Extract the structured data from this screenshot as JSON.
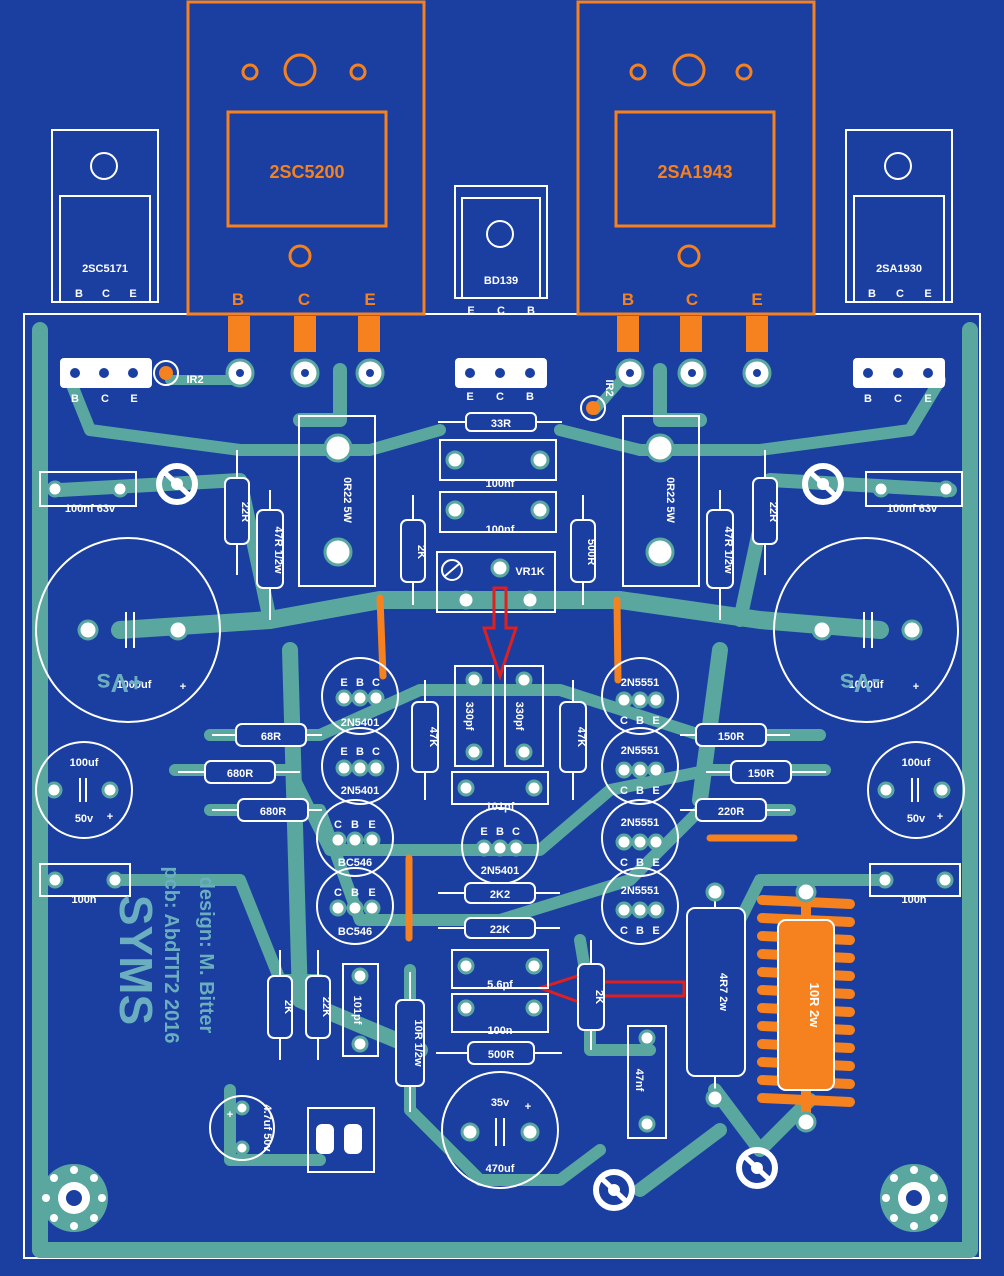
{
  "transistors": {
    "q1": {
      "name": "2SC5171",
      "pins": [
        "B",
        "C",
        "E"
      ]
    },
    "q2": {
      "name": "2SC5200",
      "pins": [
        "B",
        "C",
        "E"
      ]
    },
    "q3": {
      "name": "BD139",
      "pins": [
        "E",
        "C",
        "B"
      ]
    },
    "q4": {
      "name": "2SA1943",
      "pins": [
        "B",
        "C",
        "E"
      ]
    },
    "q5": {
      "name": "2SA1930",
      "pins": [
        "B",
        "C",
        "E"
      ]
    }
  },
  "pad_labels": {
    "left": [
      "B",
      "C",
      "E"
    ],
    "mid": [
      "E",
      "C",
      "B"
    ],
    "right": [
      "B",
      "C",
      "E"
    ]
  },
  "thermal": {
    "ir2a": "IR2",
    "ir2b": "IR2"
  },
  "resistors": {
    "r33": "33R",
    "r22l": "22R",
    "r22r": "22R",
    "r47hl": "47R 1/2w",
    "r47hr": "47R 1/2w",
    "r0r22l": "0R22 5W",
    "r0r22r": "0R22 5W",
    "r2k": "2K",
    "r500": "500R",
    "vr": "VR1K",
    "r47kl": "47K",
    "r47kr": "47K",
    "r68": "68R",
    "r680a": "680R",
    "r680b": "680R",
    "r150a": "150R",
    "r150b": "150R",
    "r220": "220R",
    "r2k2": "2K2",
    "r22k": "22K",
    "r2kb": "2K",
    "r22kb": "22K",
    "r2kc": "2K",
    "r10rh": "10R 1/2w",
    "r500b": "500R",
    "r4r7": "4R7 2w",
    "r10r": "10R 2w"
  },
  "caps": {
    "c100na": "100nf",
    "c100nb": "100nf",
    "c100n63l": "100nf 63v",
    "c100n63r": "100nf 63v",
    "c1000l": "1000uf",
    "c1000r": "1000uf",
    "vsp": "+Vs",
    "vsm": "-Vs",
    "plus": "+",
    "c100ufl": "100uf",
    "c100ufr": "100uf",
    "v50l": "50v",
    "v50r": "50v",
    "c100nl": "100n",
    "c100nr": "100n",
    "c330a": "330pf",
    "c330b": "330pf",
    "c101": "101pf",
    "c56": "5.6pf",
    "c100nc": "100n",
    "c101b": "101pf",
    "c47": "4.7uf 50v",
    "c470": "470uf",
    "v35": "35v",
    "c47n": "47nf"
  },
  "small_transistors": {
    "t1": {
      "name": "2N5401",
      "pins": [
        "E",
        "B",
        "C"
      ]
    },
    "t2": {
      "name": "2N5401",
      "pins": [
        "E",
        "B",
        "C"
      ]
    },
    "t3": {
      "name": "BC546",
      "pins": [
        "C",
        "B",
        "E"
      ]
    },
    "t4": {
      "name": "BC546",
      "pins": [
        "C",
        "B",
        "E"
      ]
    },
    "t5": {
      "name": "2N5401",
      "pins": [
        "E",
        "B",
        "C"
      ]
    },
    "t6": {
      "name": "2N5551",
      "pins": [
        "C",
        "B",
        "E"
      ]
    },
    "t7": {
      "name": "2N5551",
      "pins": [
        "C",
        "B",
        "E"
      ]
    },
    "t8": {
      "name": "2N5551",
      "pins": [
        "C",
        "B",
        "E"
      ]
    },
    "t9": {
      "name": "2N5551",
      "pins": [
        "C",
        "B",
        "E"
      ]
    }
  },
  "credits": {
    "title": "SYMS",
    "line1": "pcb: AbdTIT2 2016",
    "line2": "design: M. Bitter"
  },
  "colors": {
    "board": "#1a3fa0",
    "trace": "#5aa7a0",
    "silk": "#ffffff",
    "accent": "#f5821f",
    "arrow": "#e0201e"
  }
}
